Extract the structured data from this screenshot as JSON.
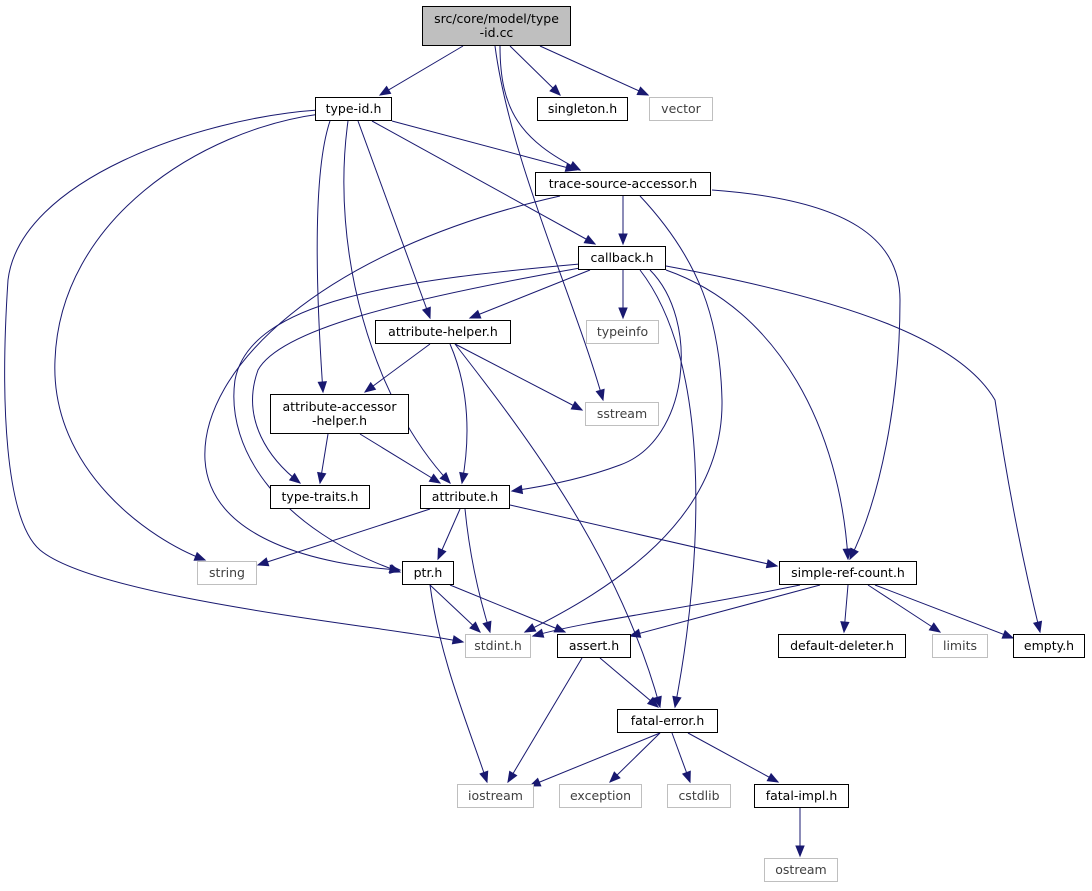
{
  "nodes": {
    "root": "src/core/model/type\n-id.cc",
    "type_id_h": "type-id.h",
    "singleton_h": "singleton.h",
    "vector": "vector",
    "trace_source_accessor_h": "trace-source-accessor.h",
    "callback_h": "callback.h",
    "attribute_helper_h": "attribute-helper.h",
    "typeinfo": "typeinfo",
    "attribute_accessor_helper_h": "attribute-accessor\n-helper.h",
    "sstream": "sstream",
    "type_traits_h": "type-traits.h",
    "attribute_h": "attribute.h",
    "string": "string",
    "ptr_h": "ptr.h",
    "simple_ref_count_h": "simple-ref-count.h",
    "stdint_h": "stdint.h",
    "assert_h": "assert.h",
    "default_deleter_h": "default-deleter.h",
    "limits": "limits",
    "empty_h": "empty.h",
    "fatal_error_h": "fatal-error.h",
    "iostream": "iostream",
    "exception": "exception",
    "cstdlib": "cstdlib",
    "fatal_impl_h": "fatal-impl.h",
    "ostream": "ostream"
  },
  "colors": {
    "edge": "#191970",
    "root_fill": "#bfbfbf",
    "internal_border": "#000000",
    "external_border": "#bfbfbf",
    "external_text": "#404040"
  }
}
